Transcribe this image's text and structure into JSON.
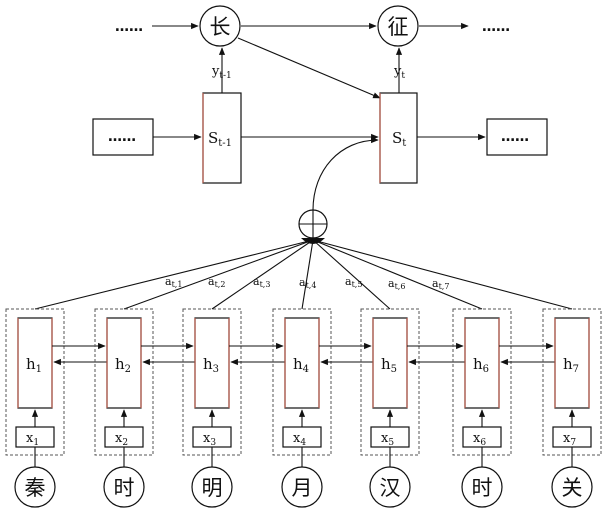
{
  "decoder": {
    "outputs": [
      {
        "char": "长",
        "label": "y",
        "sub": "t-1"
      },
      {
        "char": "征",
        "label": "y",
        "sub": "t"
      }
    ],
    "states": [
      {
        "label": "S",
        "sub": "t-1"
      },
      {
        "label": "S",
        "sub": "t"
      }
    ],
    "ellipsis": "……"
  },
  "attention": {
    "weights": [
      {
        "label": "a",
        "sub": "t,1"
      },
      {
        "label": "a",
        "sub": "t,2"
      },
      {
        "label": "a",
        "sub": "t,3"
      },
      {
        "label": "a",
        "sub": "t,4"
      },
      {
        "label": "a",
        "sub": "t,5"
      },
      {
        "label": "a",
        "sub": "t,6"
      },
      {
        "label": "a",
        "sub": "t,7"
      }
    ],
    "sum_symbol": "+"
  },
  "encoder": {
    "steps": [
      {
        "h": "h",
        "h_sub": "1",
        "x": "x",
        "x_sub": "1",
        "char": "秦"
      },
      {
        "h": "h",
        "h_sub": "2",
        "x": "x",
        "x_sub": "2",
        "char": "时"
      },
      {
        "h": "h",
        "h_sub": "3",
        "x": "x",
        "x_sub": "3",
        "char": "明"
      },
      {
        "h": "h",
        "h_sub": "4",
        "x": "x",
        "x_sub": "4",
        "char": "月"
      },
      {
        "h": "h",
        "h_sub": "5",
        "x": "x",
        "x_sub": "5",
        "char": "汉"
      },
      {
        "h": "h",
        "h_sub": "6",
        "x": "x",
        "x_sub": "6",
        "char": "时"
      },
      {
        "h": "h",
        "h_sub": "7",
        "x": "x",
        "x_sub": "7",
        "char": "关"
      }
    ]
  }
}
